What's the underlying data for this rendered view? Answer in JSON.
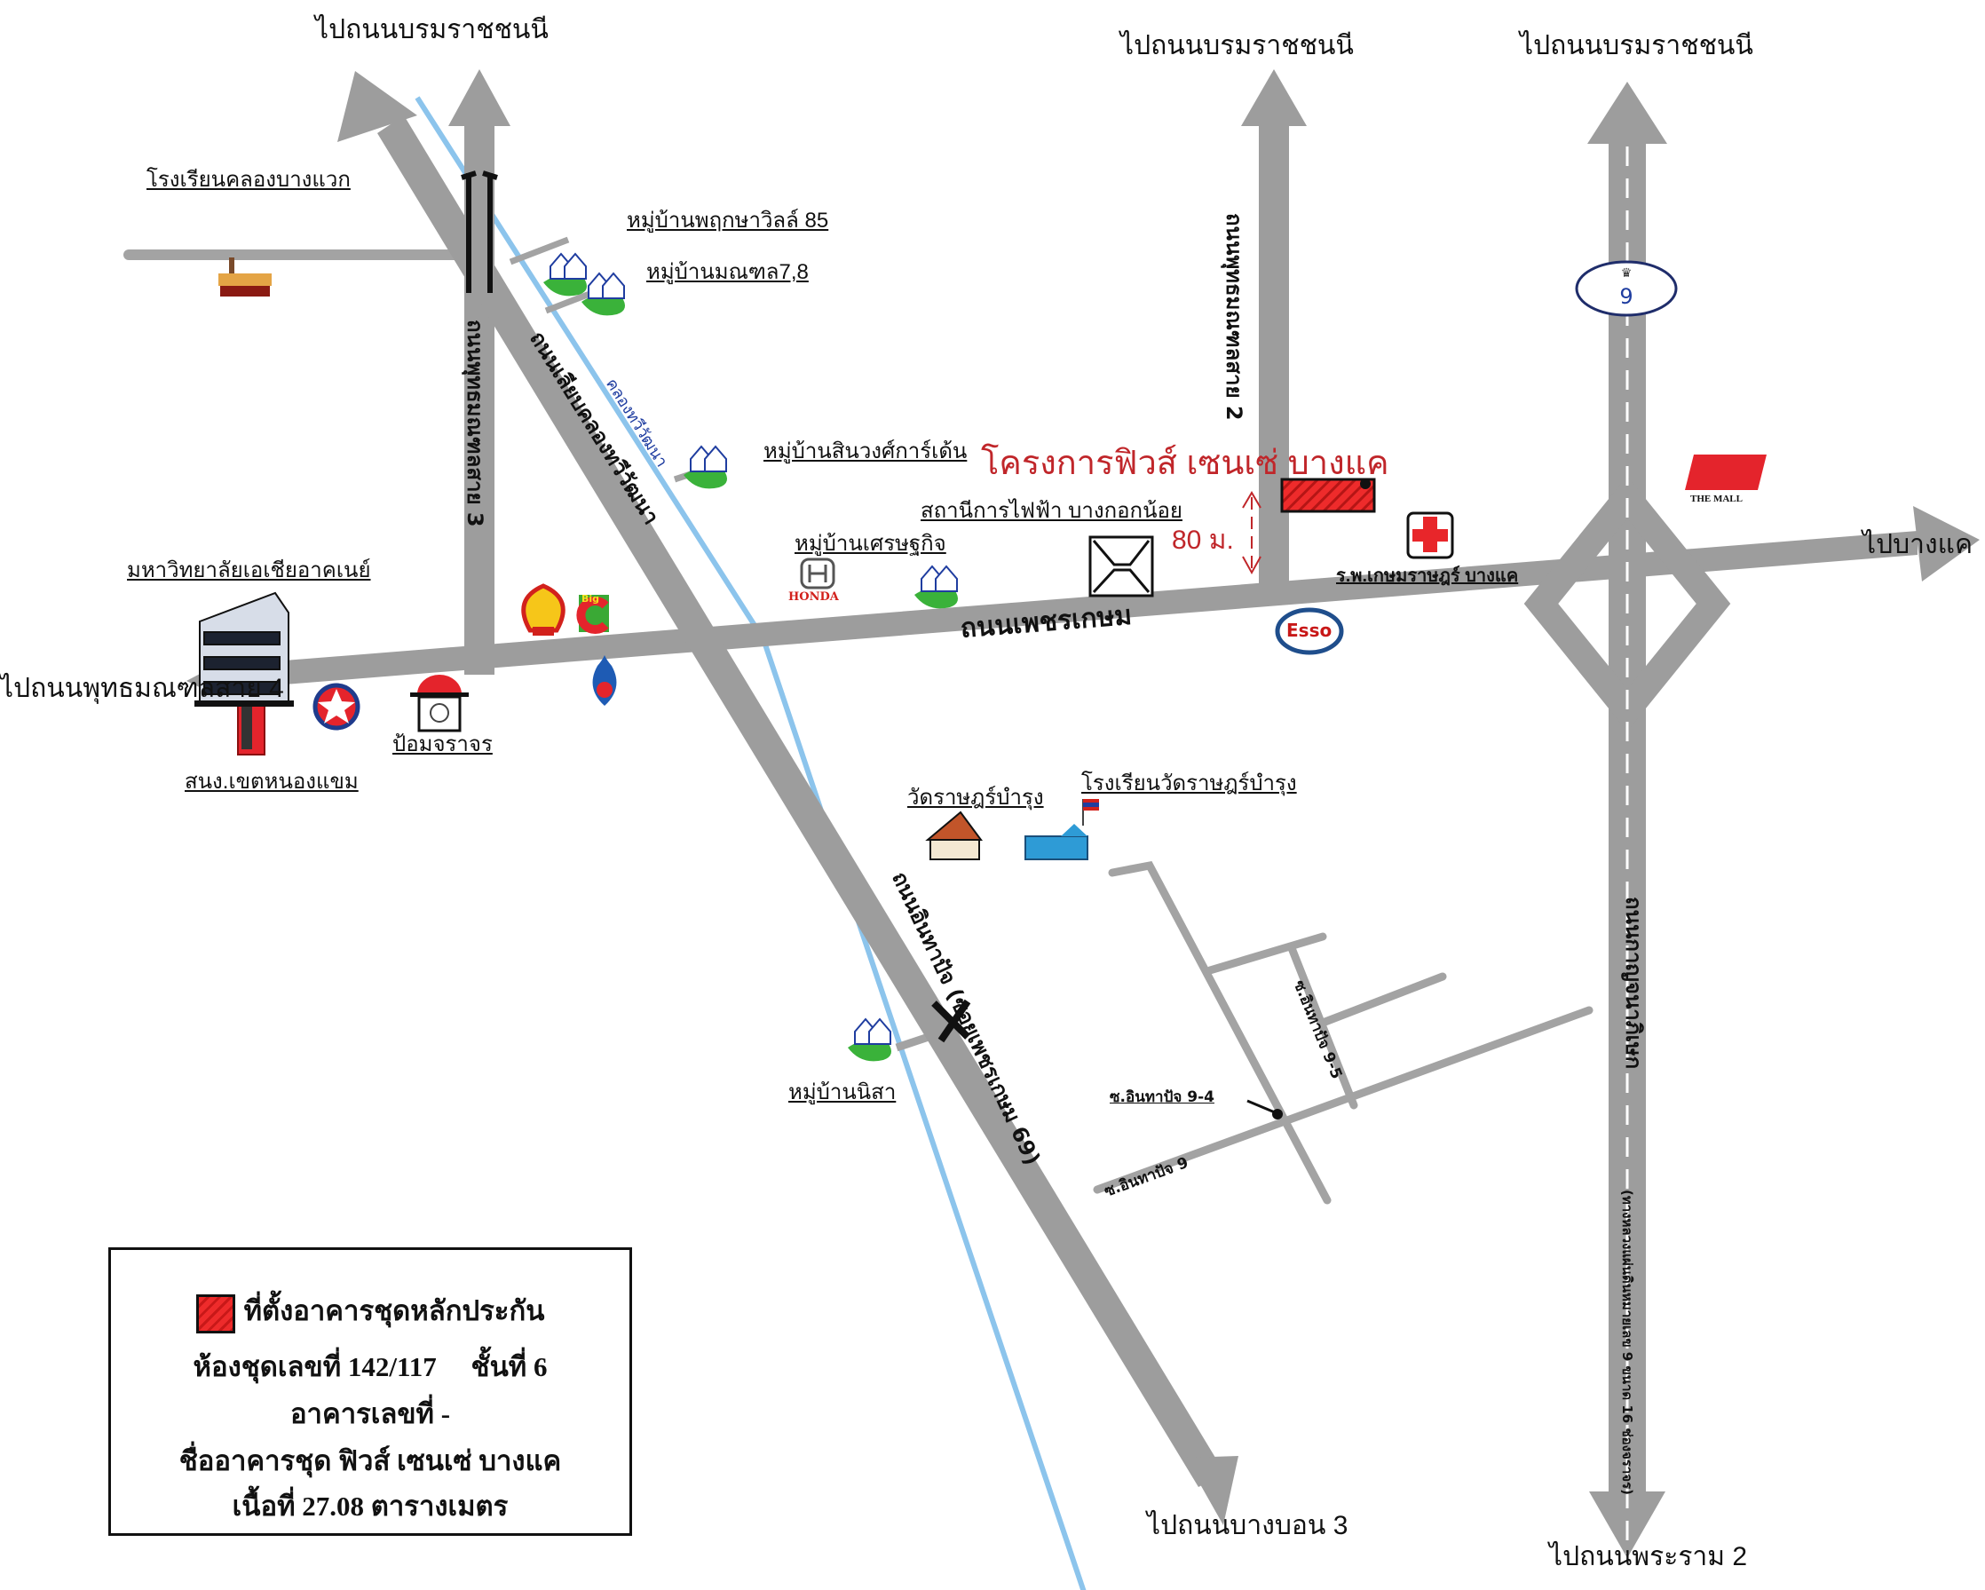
{
  "directions": {
    "top_left": "ไปถนนบรมราชชนนี",
    "top_middle": "ไปถนนบรมราชชนนี",
    "top_right": "ไปถนนบรมราชชนนี",
    "east": "ไปบางแค",
    "west": "ไปถนนพุทธมณฑลสาย 4",
    "south_middle": "ไปถนนบางบอน 3",
    "south_right": "ไปถนนพระราม 2"
  },
  "roads": {
    "phetkasem": "ถนนเพชรเกษม",
    "phutthamonthon_3": "ถนนพุทธมณฑลสาย 3",
    "phutthamonthon_2": "ถนนพุทธมณฑลสาย 2",
    "liap_khlong": "ถนนเลียบคลองทวีวัฒนา",
    "canal": "คลองทวีวัฒนา",
    "inthapat": "ถนนอินทาปัจ (ซอยเพชรเกษม 69)",
    "kanchanaphisek": "ถนนกาญจนาภิเษก",
    "kanchanaphisek_note": "(ทางหลวงแผ่นดินหมายเลข 9 ขนาด 16 ช่องจราจร)",
    "soi_9": "ซ.อินทาปัจ 9",
    "soi_9_4": "ซ.อินทาปัจ 9-4",
    "soi_9_5": "ซ.อินทาปัจ 9-5",
    "highway_number": "9"
  },
  "places": {
    "school_bangwaek": "โรงเรียนคลองบางแวก",
    "village_pruksa": "หมู่บ้านพฤกษาวิลล์ 85",
    "village_monthon": "หมู่บ้านมณฑล7,8",
    "village_sinwong": "หมู่บ้านสินวงศ์การ์เด้น",
    "village_setthakit": "หมู่บ้านเศรษฐกิจ",
    "substation": "สถานีการไฟฟ้า บางกอกน้อย",
    "university": "มหาวิทยาลัยเอเชียอาคเนย์",
    "district_office": "สนง.เขตหนองแขม",
    "police_box": "ป้อมจราจร",
    "hospital": "ร.พ.เกษมราษฎร์ บางแค",
    "temple": "วัดราษฎร์บำรุง",
    "temple_school": "โรงเรียนวัดราษฎร์บำรุง",
    "village_nisa": "หมู่บ้านนิสา",
    "honda": "HONDA",
    "esso": "Esso",
    "big_c": "Big",
    "the_mall": "THE MALL"
  },
  "project": {
    "name": "โครงการฟิวส์ เซนเซ่ บางแค",
    "distance": "80 ม.",
    "color": "#e8262a"
  },
  "legend": {
    "title": "ที่ตั้งอาคารชุดหลักประกัน",
    "unit_line": "ห้องชุดเลขที่ 142/117     ชั้นที่ 6",
    "building_no": "อาคารเลขที่  -",
    "building_name": "ชื่ออาคารชุด  ฟิวส์ เซนเซ่ บางแค",
    "area": "เนื้อที่ 27.08 ตารางเมตร"
  },
  "colors": {
    "road": "#9d9d9d",
    "canal": "#8cc4ec",
    "label_red": "#c0262a"
  }
}
